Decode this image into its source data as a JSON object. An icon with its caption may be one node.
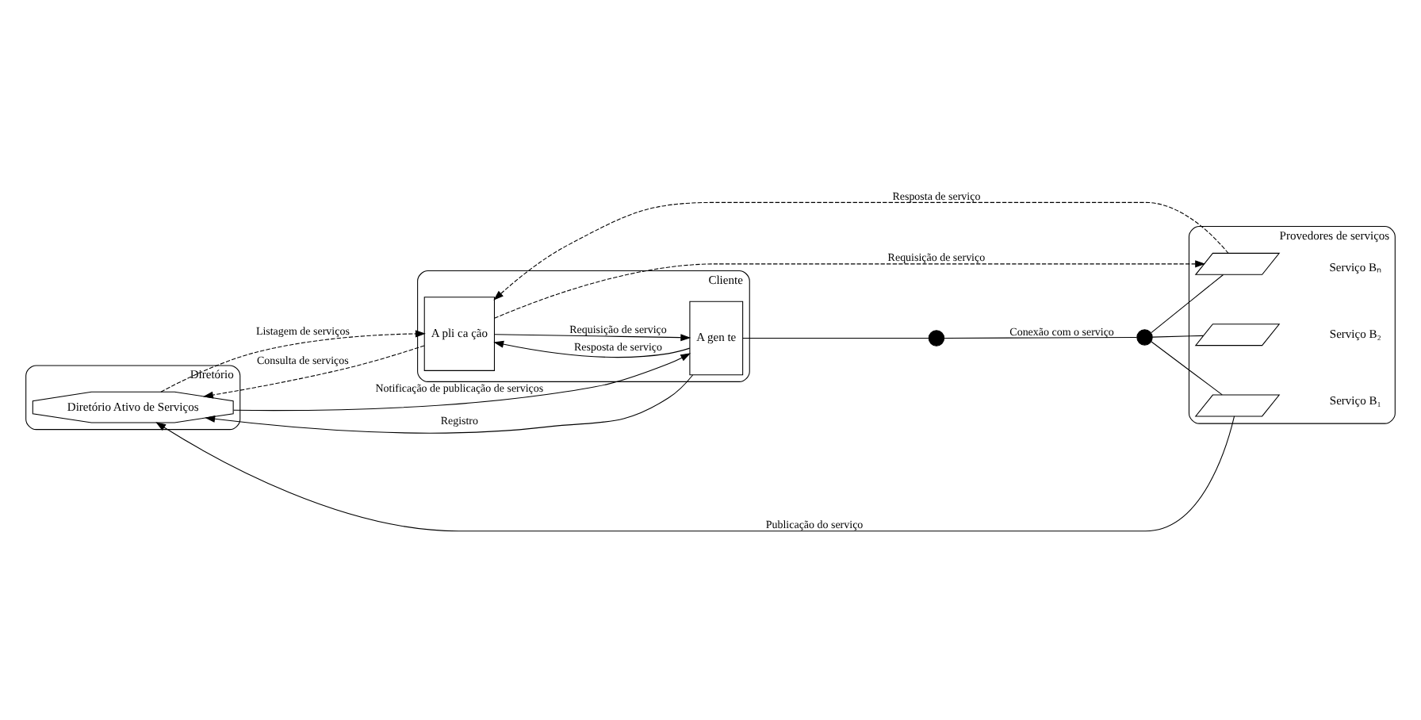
{
  "diagram": {
    "nodes": [
      {
        "text": [
          "Diretório"
        ]
      },
      {
        "text": [
          "Diretório Ativo de Serviços"
        ],
        "in": 0
      },
      {
        "text": [
          "Cliente"
        ]
      },
      {
        "text": [
          "A pli ca ção"
        ],
        "in": 2
      },
      {
        "text": [
          "A gen te"
        ],
        "in": 2
      },
      {
        "text": [],
        "shape": "circle"
      },
      {
        "text": [],
        "shape": "circle"
      },
      {
        "text": [
          "Provedores de serviços"
        ]
      },
      {
        "text": [],
        "shape": "parallelogram",
        "beside": [
          "Serviço B₁"
        ],
        "in": 7
      },
      {
        "text": [],
        "shape": "parallelogram",
        "beside": [
          "Serviço B₂"
        ],
        "in": 7
      },
      {
        "text": [],
        "shape": "parallelogram",
        "beside": [
          "Serviço Bₙ"
        ],
        "in": 7
      }
    ],
    "edges": [
      {
        "from": 3,
        "to": 1,
        "arrow": "to",
        "style": "dashed",
        "label": "Consulta de serviços"
      },
      {
        "from": 1,
        "to": 3,
        "arrow": "to",
        "style": "dashed",
        "label": "Listagem de serviços"
      },
      {
        "from": 1,
        "to": 4,
        "arrow": "to",
        "label": "Notificação de publicação de serviços"
      },
      {
        "from": 4,
        "to": 1,
        "arrow": "to",
        "label": "Registro"
      },
      {
        "from": 3,
        "to": 4,
        "arrow": "to",
        "label": "Requisição de serviço"
      },
      {
        "from": 4,
        "to": 3,
        "arrow": "to",
        "label": "Resposta de serviço"
      },
      {
        "from": 4,
        "to": 5,
        "arrow": "none"
      },
      {
        "from": 5,
        "to": 6,
        "arrow": "none",
        "label": "Conexão com o serviço"
      },
      {
        "from": 6,
        "to": 8,
        "arrow": "none"
      },
      {
        "from": 6,
        "to": 9,
        "arrow": "none"
      },
      {
        "from": 6,
        "to": 10,
        "arrow": "none"
      },
      {
        "from": 8,
        "to": 1,
        "arrow": "to",
        "label": "Publicação do serviço"
      },
      {
        "from": 10,
        "to": 3,
        "arrow": "to",
        "style": "dashed",
        "label": "Resposta de serviço"
      },
      {
        "from": 3,
        "to": 10,
        "arrow": "to",
        "style": "dashed",
        "label": "Requisição de serviço"
      }
    ]
  }
}
